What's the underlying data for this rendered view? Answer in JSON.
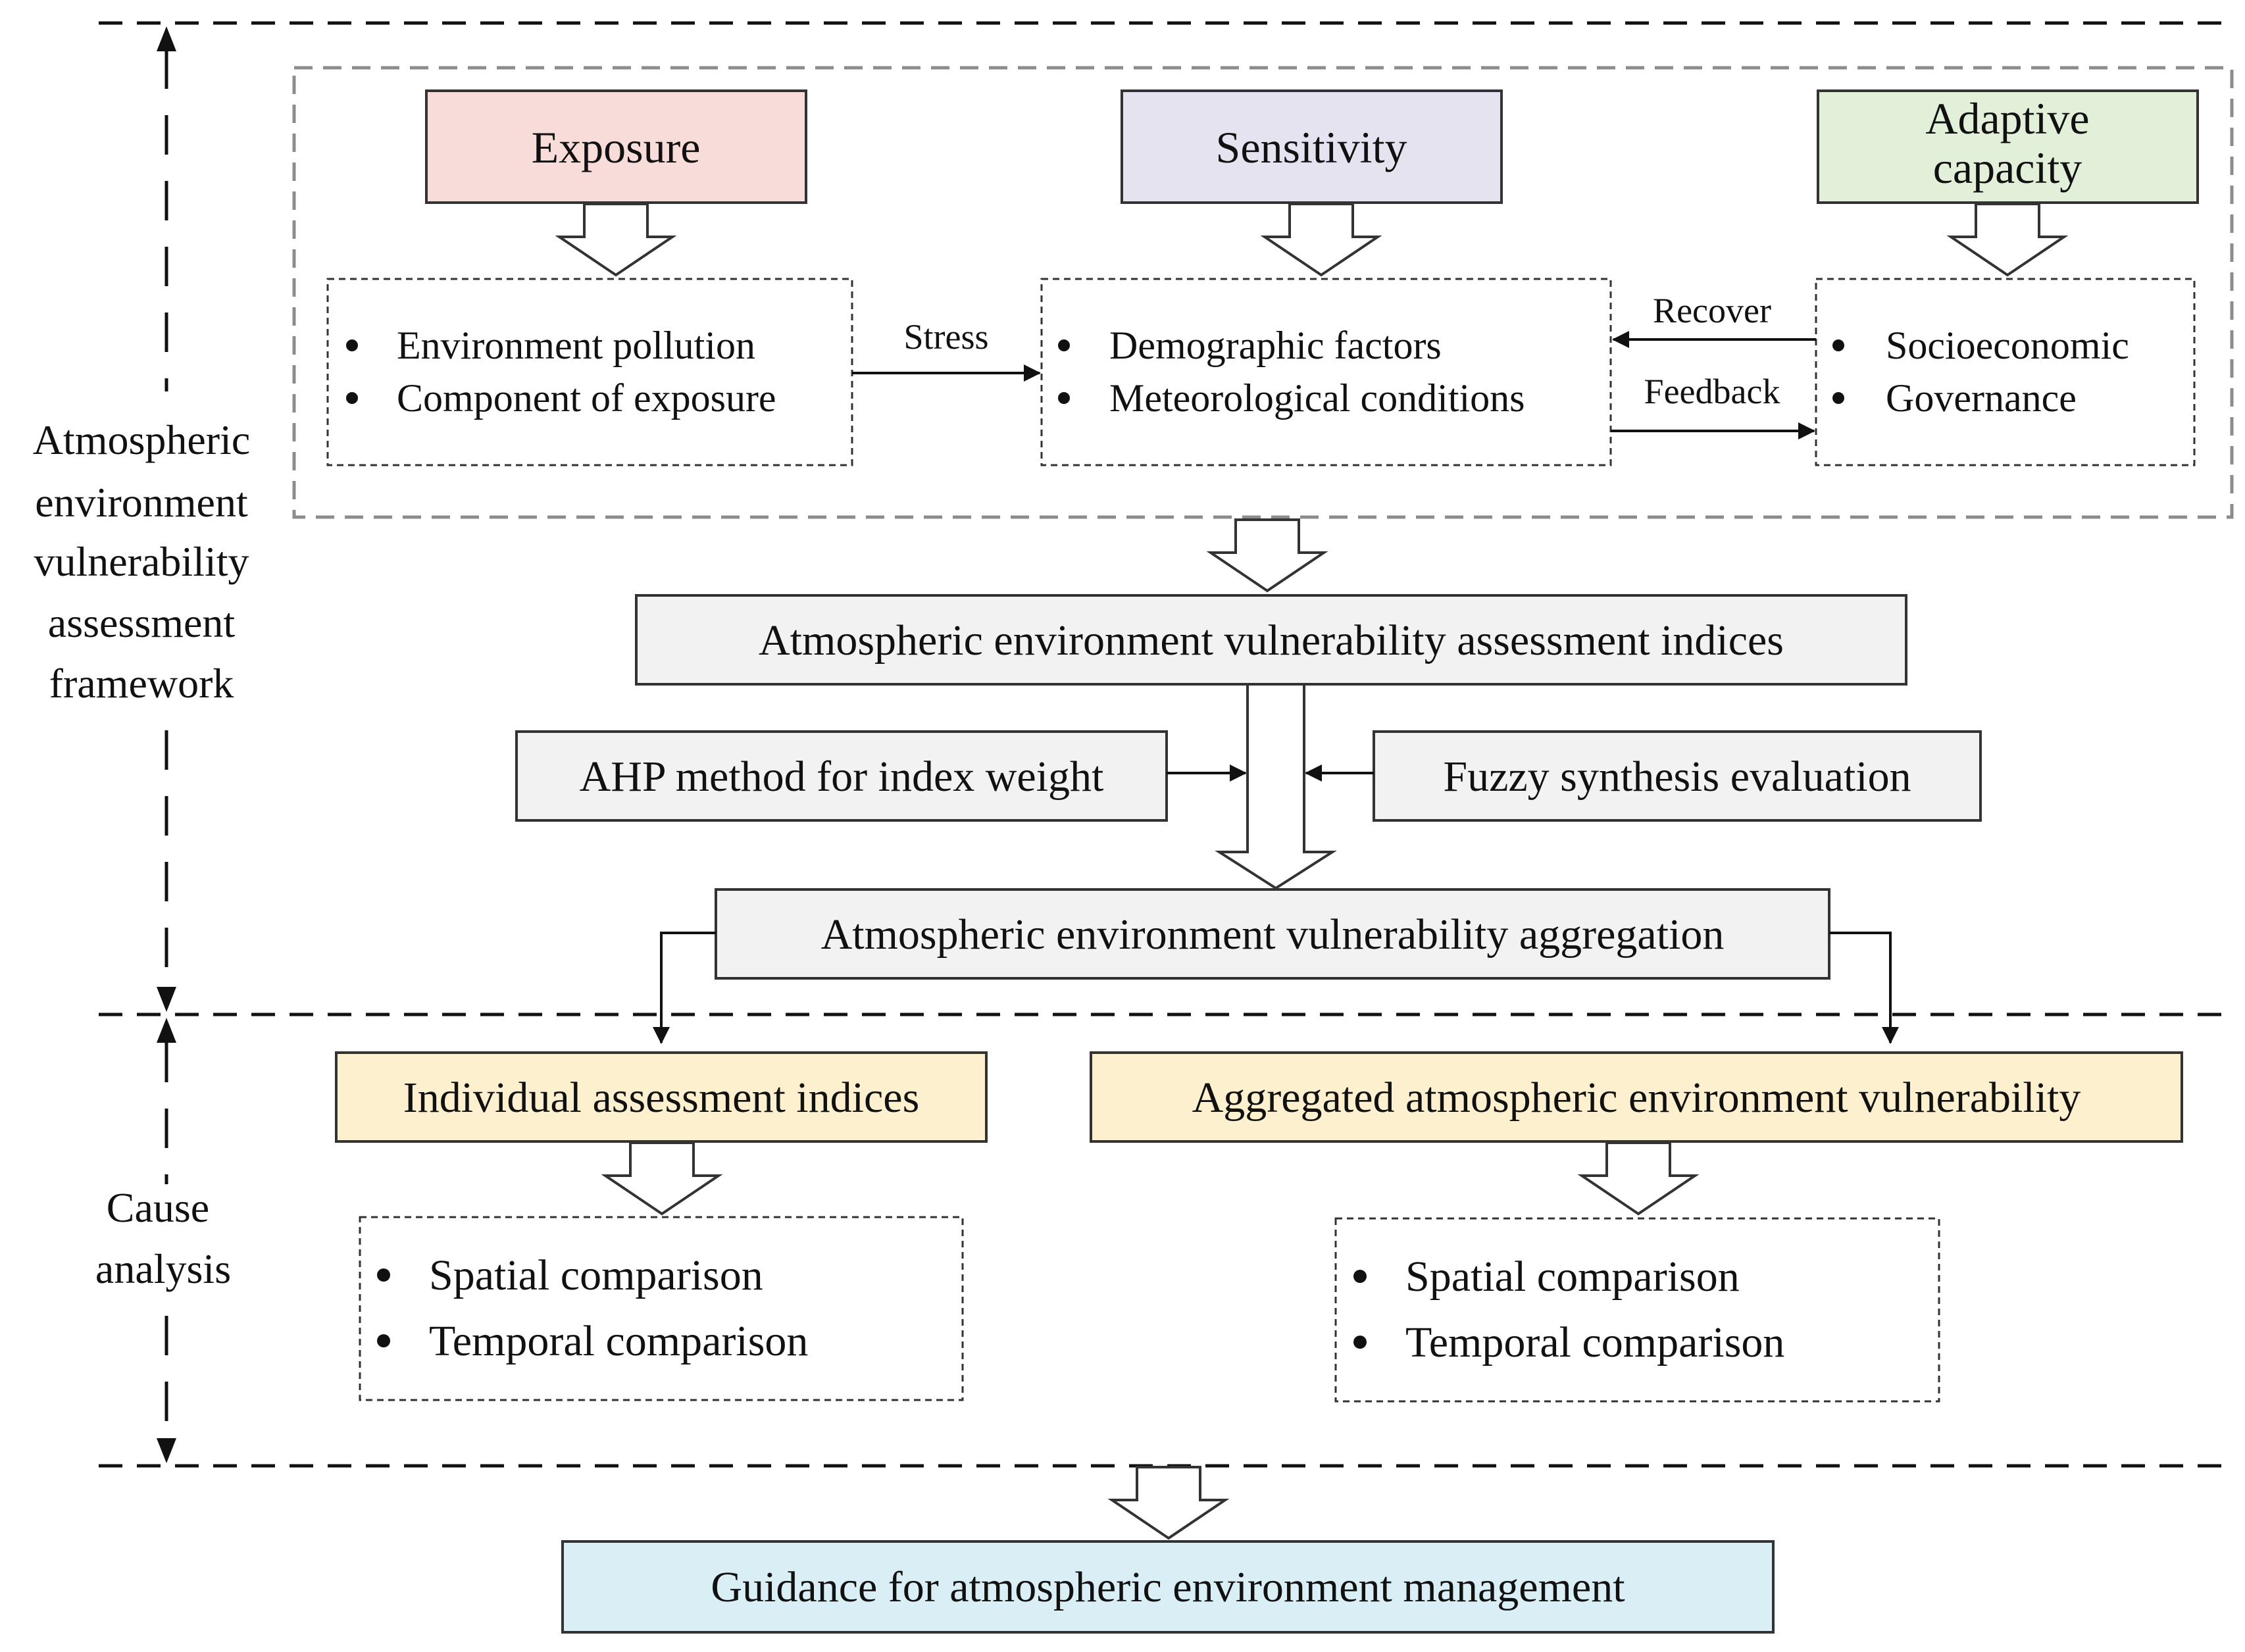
{
  "framework": {
    "side_label": [
      "Atmospheric",
      "environment",
      "vulnerability",
      "assessment",
      "framework"
    ],
    "exposure": {
      "title": "Exposure",
      "items": [
        "Environment pollution",
        "Component of exposure"
      ]
    },
    "sensitivity": {
      "title": "Sensitivity",
      "items": [
        "Demographic factors",
        "Meteorological conditions"
      ]
    },
    "adaptive": {
      "title_lines": [
        "Adaptive",
        "capacity"
      ],
      "items": [
        "Socioeconomic",
        "Governance"
      ]
    },
    "links": {
      "stress": "Stress",
      "recover": "Recover",
      "feedback": "Feedback"
    },
    "indices": "Atmospheric environment vulnerability assessment indices",
    "ahp": "AHP method for index weight",
    "fuzzy": "Fuzzy synthesis evaluation",
    "aggregation": "Atmospheric environment vulnerability aggregation"
  },
  "cause": {
    "side_label": [
      "Cause",
      "analysis"
    ],
    "individual": {
      "title": "Individual assessment indices",
      "items": [
        "Spatial comparison",
        "Temporal comparison"
      ]
    },
    "aggregated": {
      "title": "Aggregated atmospheric environment vulnerability",
      "items": [
        "Spatial comparison",
        "Temporal comparison"
      ]
    }
  },
  "guidance": "Guidance for atmospheric environment management",
  "colors": {
    "exposure_fill": "#f8dcd9",
    "sensitivity_fill": "#e6e3f0",
    "adaptive_fill": "#e2efd9",
    "gray_fill": "#f2f2f2",
    "yellow_fill": "#fdf0cf",
    "blue_fill": "#d9eff5",
    "dash_gray": "#8c8c8c"
  }
}
